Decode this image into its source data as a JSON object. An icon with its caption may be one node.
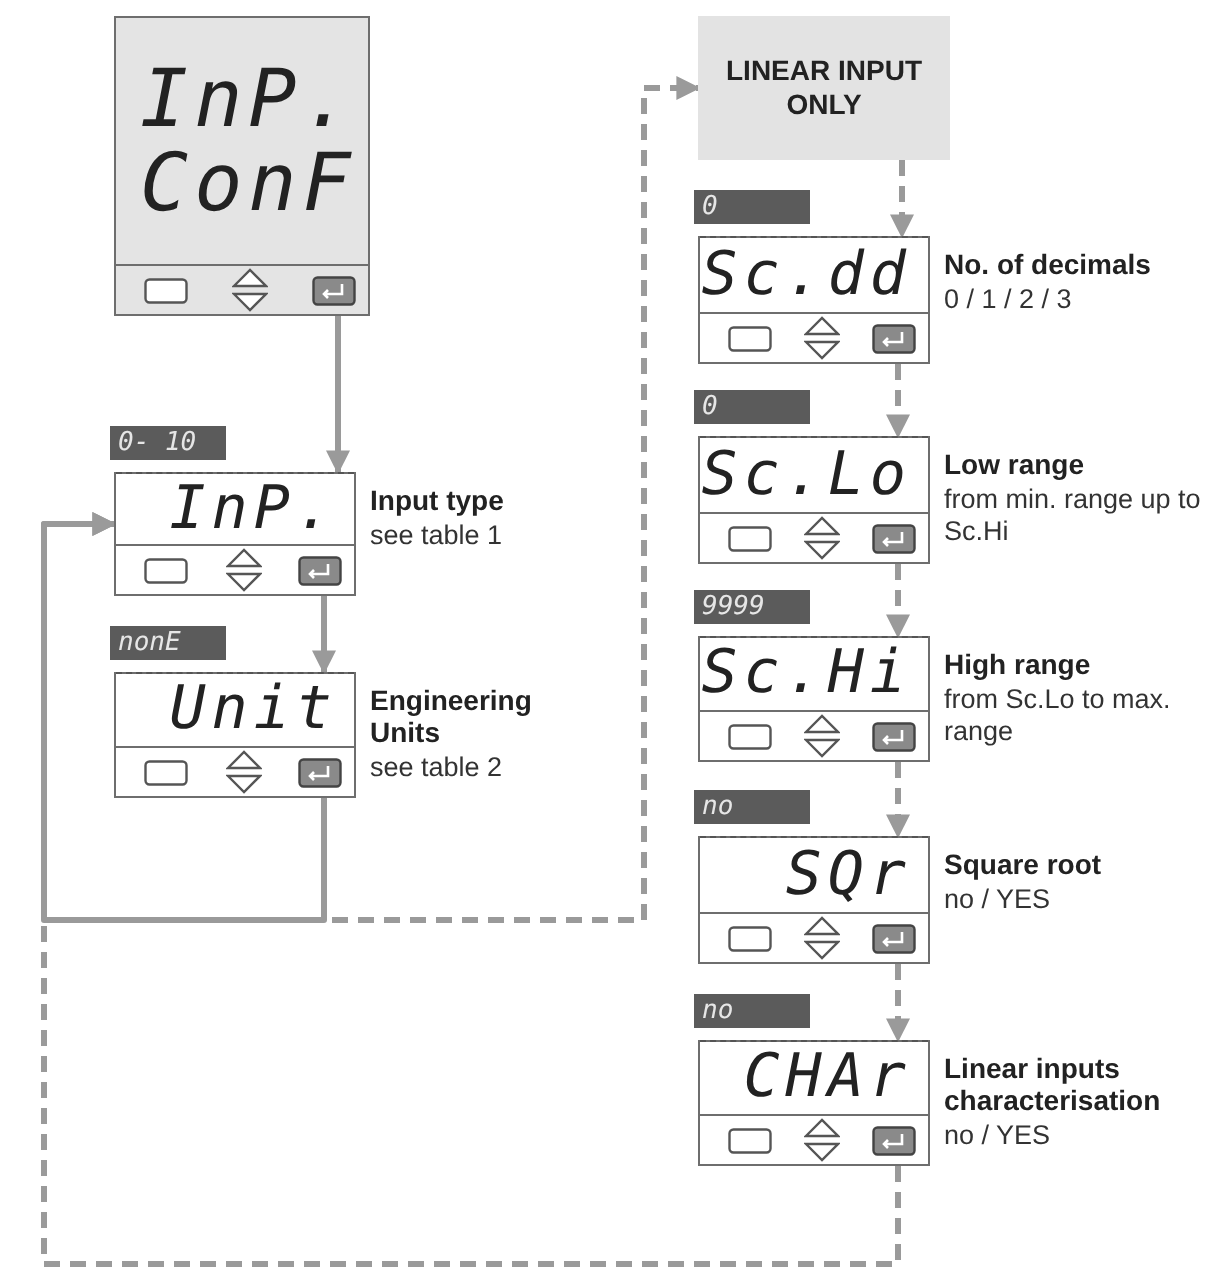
{
  "diagram": {
    "nodes": [
      {
        "text": [
          "InP.",
          "ConF"
        ]
      },
      {
        "text": [
          "InP."
        ],
        "beside": [
          "0- 10",
          "Input type",
          "see table 1"
        ]
      },
      {
        "text": [
          "Unit"
        ],
        "beside": [
          "nonE",
          "Engineering Units",
          "see table 2"
        ]
      },
      {
        "text": [
          "LINEAR INPUT ONLY"
        ]
      },
      {
        "text": [
          "Sc.dd"
        ],
        "beside": [
          "0",
          "No. of decimals",
          "0 / 1 / 2 / 3"
        ]
      },
      {
        "text": [
          "Sc.Lo"
        ],
        "beside": [
          "0",
          "Low range",
          "from min. range up to Sc.Hi"
        ]
      },
      {
        "text": [
          "Sc.Hi"
        ],
        "beside": [
          "9999",
          "High range",
          "from Sc.Lo to max. range"
        ]
      },
      {
        "text": [
          "SQr"
        ],
        "beside": [
          "no",
          "Square root",
          "no / YES"
        ]
      },
      {
        "text": [
          "CHAr"
        ],
        "beside": [
          "no",
          "Linear inputs characterisation",
          "no / YES"
        ]
      }
    ],
    "edges": [
      {
        "from": 0,
        "to": 1,
        "arrow": "to"
      },
      {
        "from": 1,
        "to": 2,
        "arrow": "to"
      },
      {
        "from": 2,
        "to": 1,
        "arrow": "to"
      },
      {
        "from": 2,
        "to": 3,
        "arrow": "to",
        "style": "dashed"
      },
      {
        "from": 3,
        "to": 4,
        "arrow": "to",
        "style": "dashed"
      },
      {
        "from": 4,
        "to": 5,
        "arrow": "to",
        "style": "dashed"
      },
      {
        "from": 5,
        "to": 6,
        "arrow": "to",
        "style": "dashed"
      },
      {
        "from": 6,
        "to": 7,
        "arrow": "to",
        "style": "dashed"
      },
      {
        "from": 7,
        "to": 8,
        "arrow": "to",
        "style": "dashed"
      },
      {
        "from": 8,
        "to": 1,
        "arrow": "to",
        "style": "dashed"
      }
    ]
  }
}
